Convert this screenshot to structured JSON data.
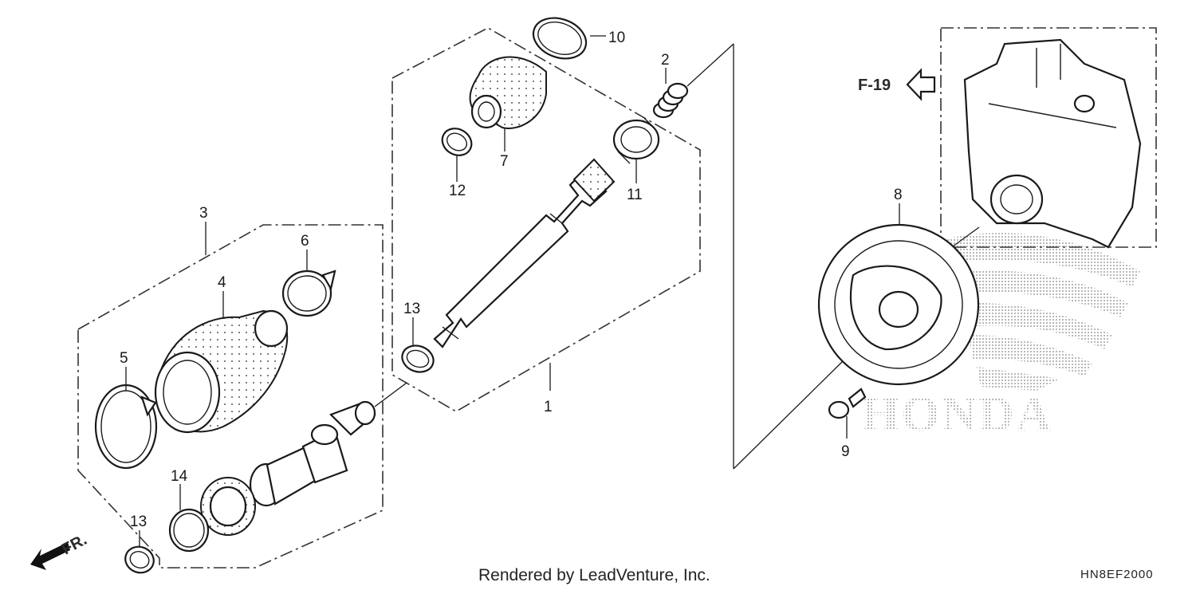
{
  "callouts": [
    {
      "id": "1",
      "label": "1"
    },
    {
      "id": "2",
      "label": "2"
    },
    {
      "id": "3",
      "label": "3"
    },
    {
      "id": "4",
      "label": "4"
    },
    {
      "id": "5",
      "label": "5"
    },
    {
      "id": "6",
      "label": "6"
    },
    {
      "id": "7",
      "label": "7"
    },
    {
      "id": "8",
      "label": "8"
    },
    {
      "id": "9",
      "label": "9"
    },
    {
      "id": "10",
      "label": "10"
    },
    {
      "id": "11",
      "label": "11"
    },
    {
      "id": "12",
      "label": "12"
    },
    {
      "id": "13a",
      "label": "13"
    },
    {
      "id": "13b",
      "label": "13"
    },
    {
      "id": "14",
      "label": "14"
    }
  ],
  "reference_label": "F-19",
  "front_label": "FR.",
  "logo_text": "HONDA",
  "footer": {
    "rendered_by": "Rendered by LeadVenture, Inc.",
    "diagram_code": "HN8EF2000"
  }
}
